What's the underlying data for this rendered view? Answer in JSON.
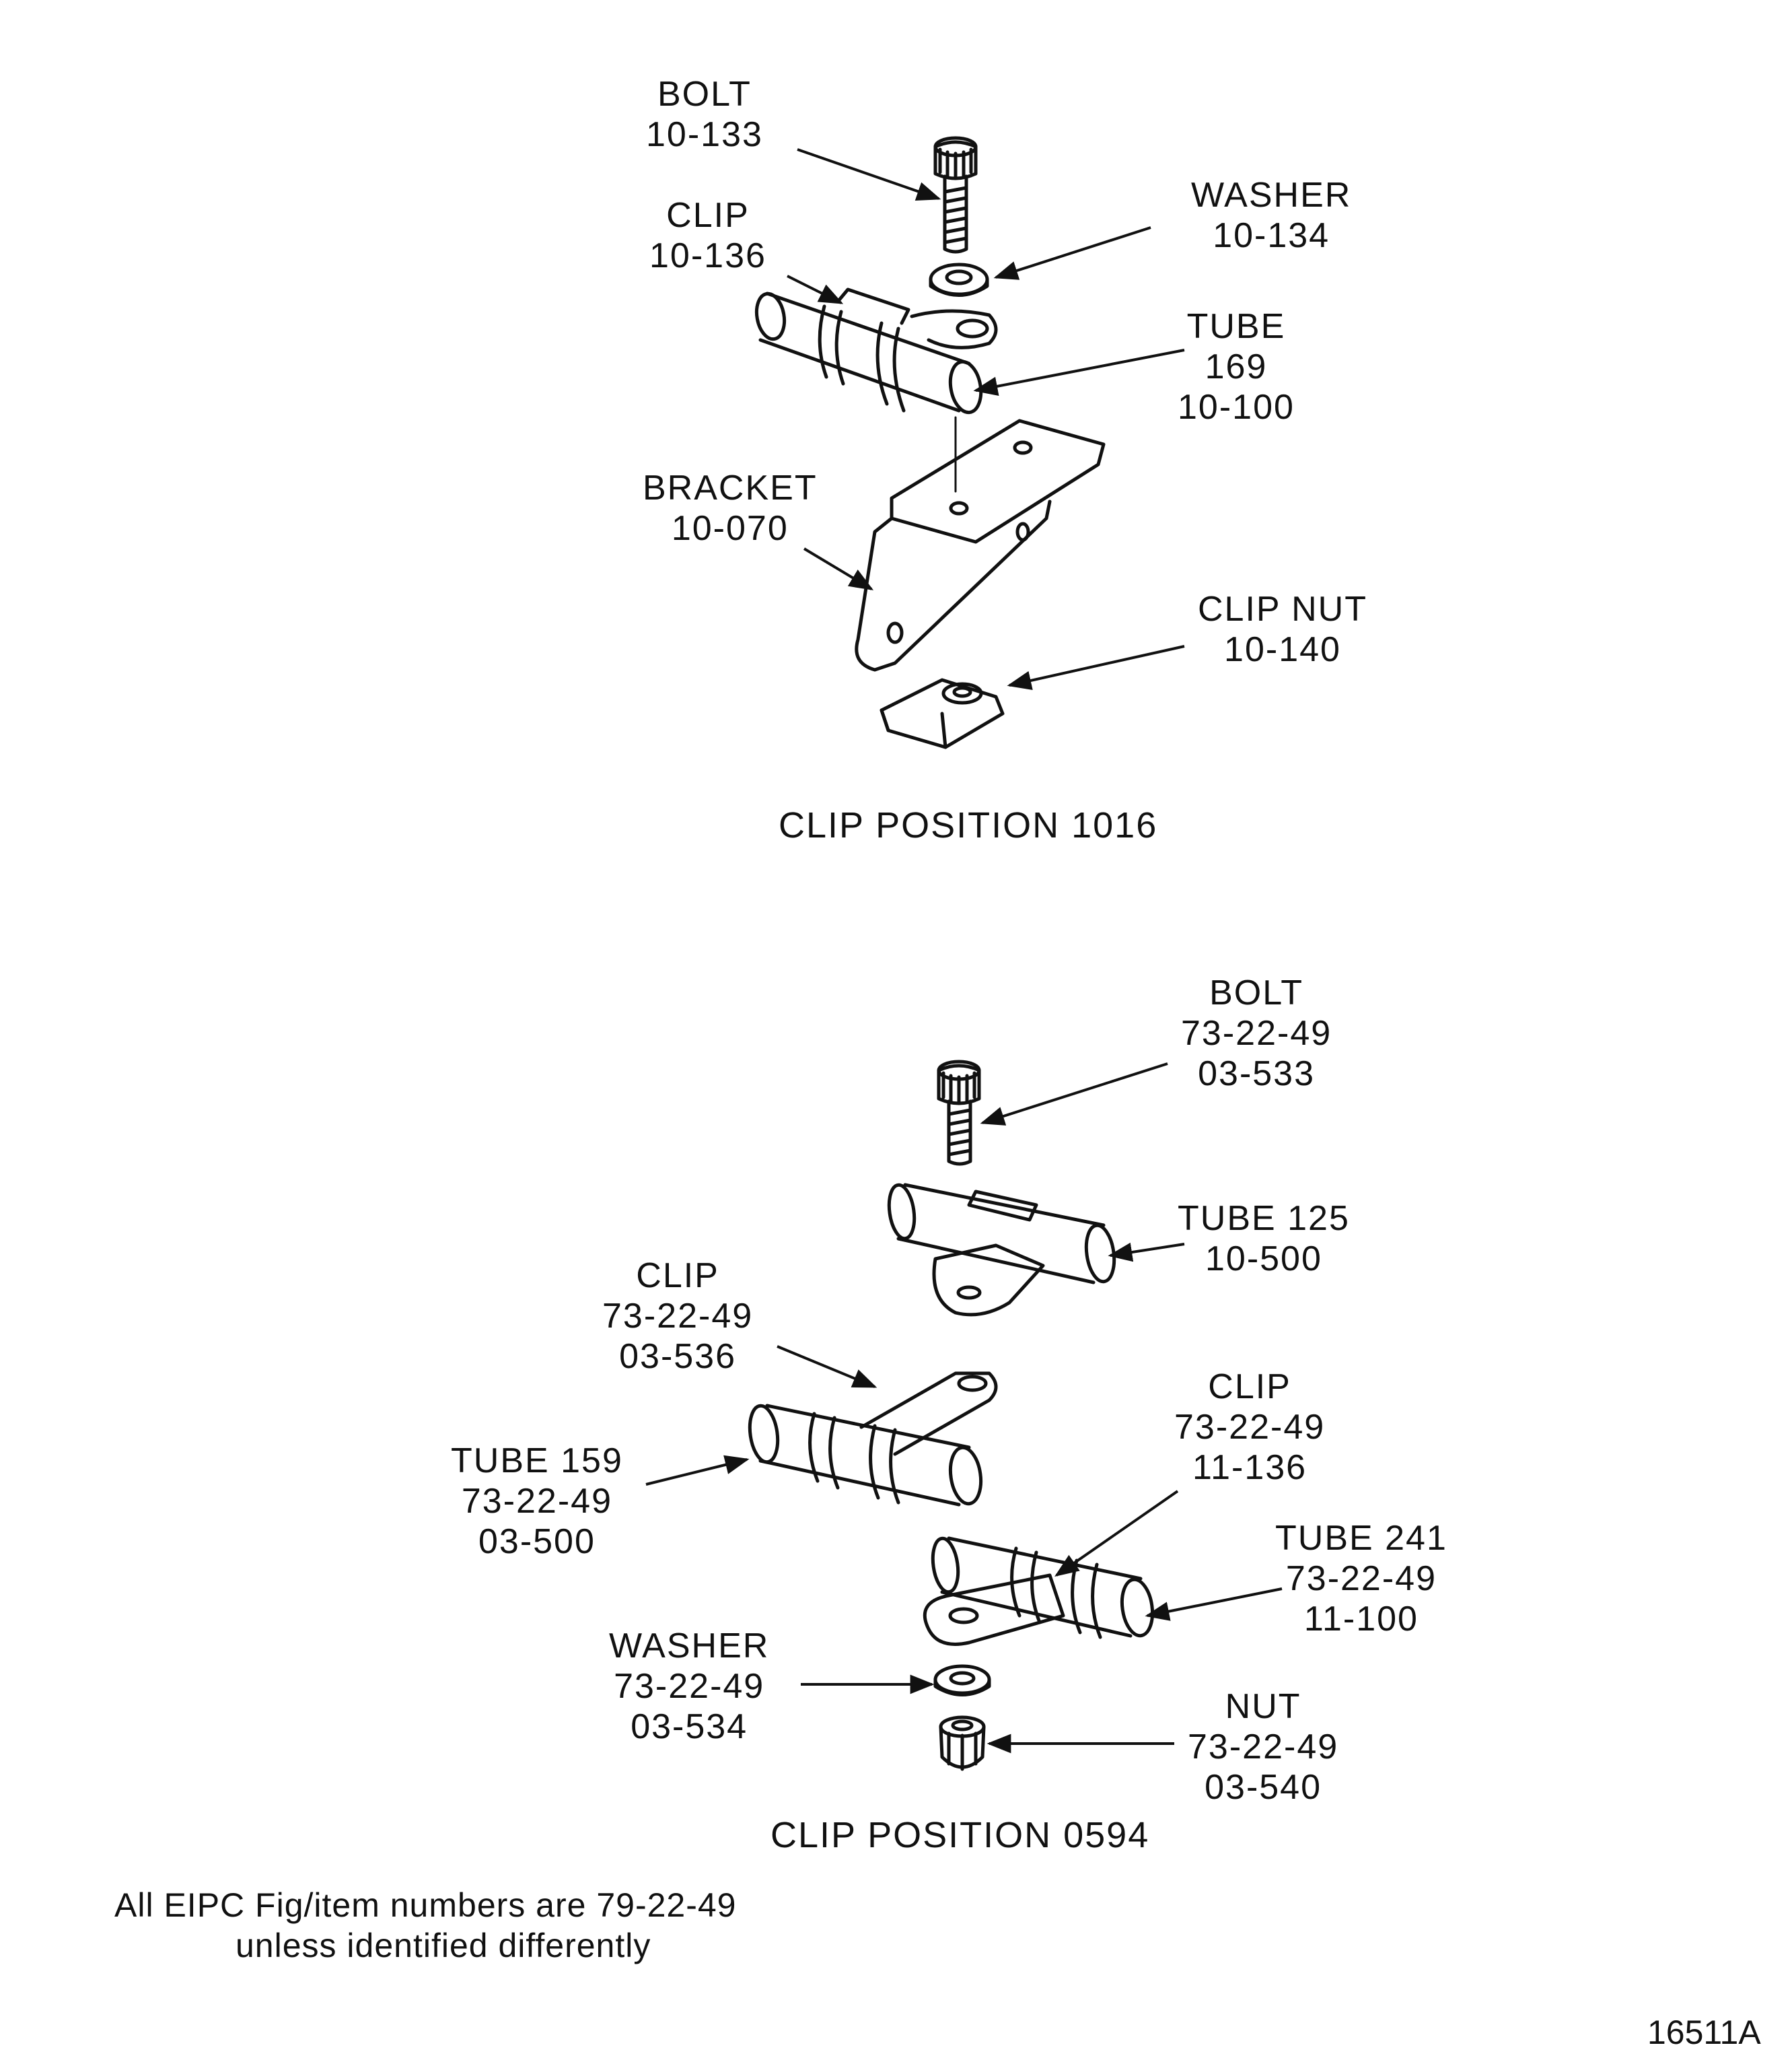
{
  "upper": {
    "caption": "CLIP POSITION 1016",
    "bolt": {
      "name": "BOLT",
      "num": "10-133"
    },
    "clip": {
      "name": "CLIP",
      "num": "10-136"
    },
    "washer": {
      "name": "WASHER",
      "num": "10-134"
    },
    "tube": {
      "name": "TUBE",
      "num1": "169",
      "num2": "10-100"
    },
    "bracket": {
      "name": "BRACKET",
      "num": "10-070"
    },
    "clip_nut": {
      "name": "CLIP NUT",
      "num": "10-140"
    }
  },
  "lower": {
    "caption": "CLIP POSITION 0594",
    "bolt": {
      "name": "BOLT",
      "num1": "73-22-49",
      "num2": "03-533"
    },
    "tube125": {
      "name": "TUBE 125",
      "num": "10-500"
    },
    "clip_a": {
      "name": "CLIP",
      "num1": "73-22-49",
      "num2": "03-536"
    },
    "clip_b": {
      "name": "CLIP",
      "num1": "73-22-49",
      "num2": "11-136"
    },
    "tube159": {
      "name": "TUBE 159",
      "num1": "73-22-49",
      "num2": "03-500"
    },
    "tube241": {
      "name": "TUBE 241",
      "num1": "73-22-49",
      "num2": "11-100"
    },
    "washer": {
      "name": "WASHER",
      "num1": "73-22-49",
      "num2": "03-534"
    },
    "nut": {
      "name": "NUT",
      "num1": "73-22-49",
      "num2": "03-540"
    }
  },
  "note": {
    "line1": "All EIPC Fig/item numbers are 79-22-49",
    "line2": "unless identified differently"
  },
  "figure_number": "16511A"
}
